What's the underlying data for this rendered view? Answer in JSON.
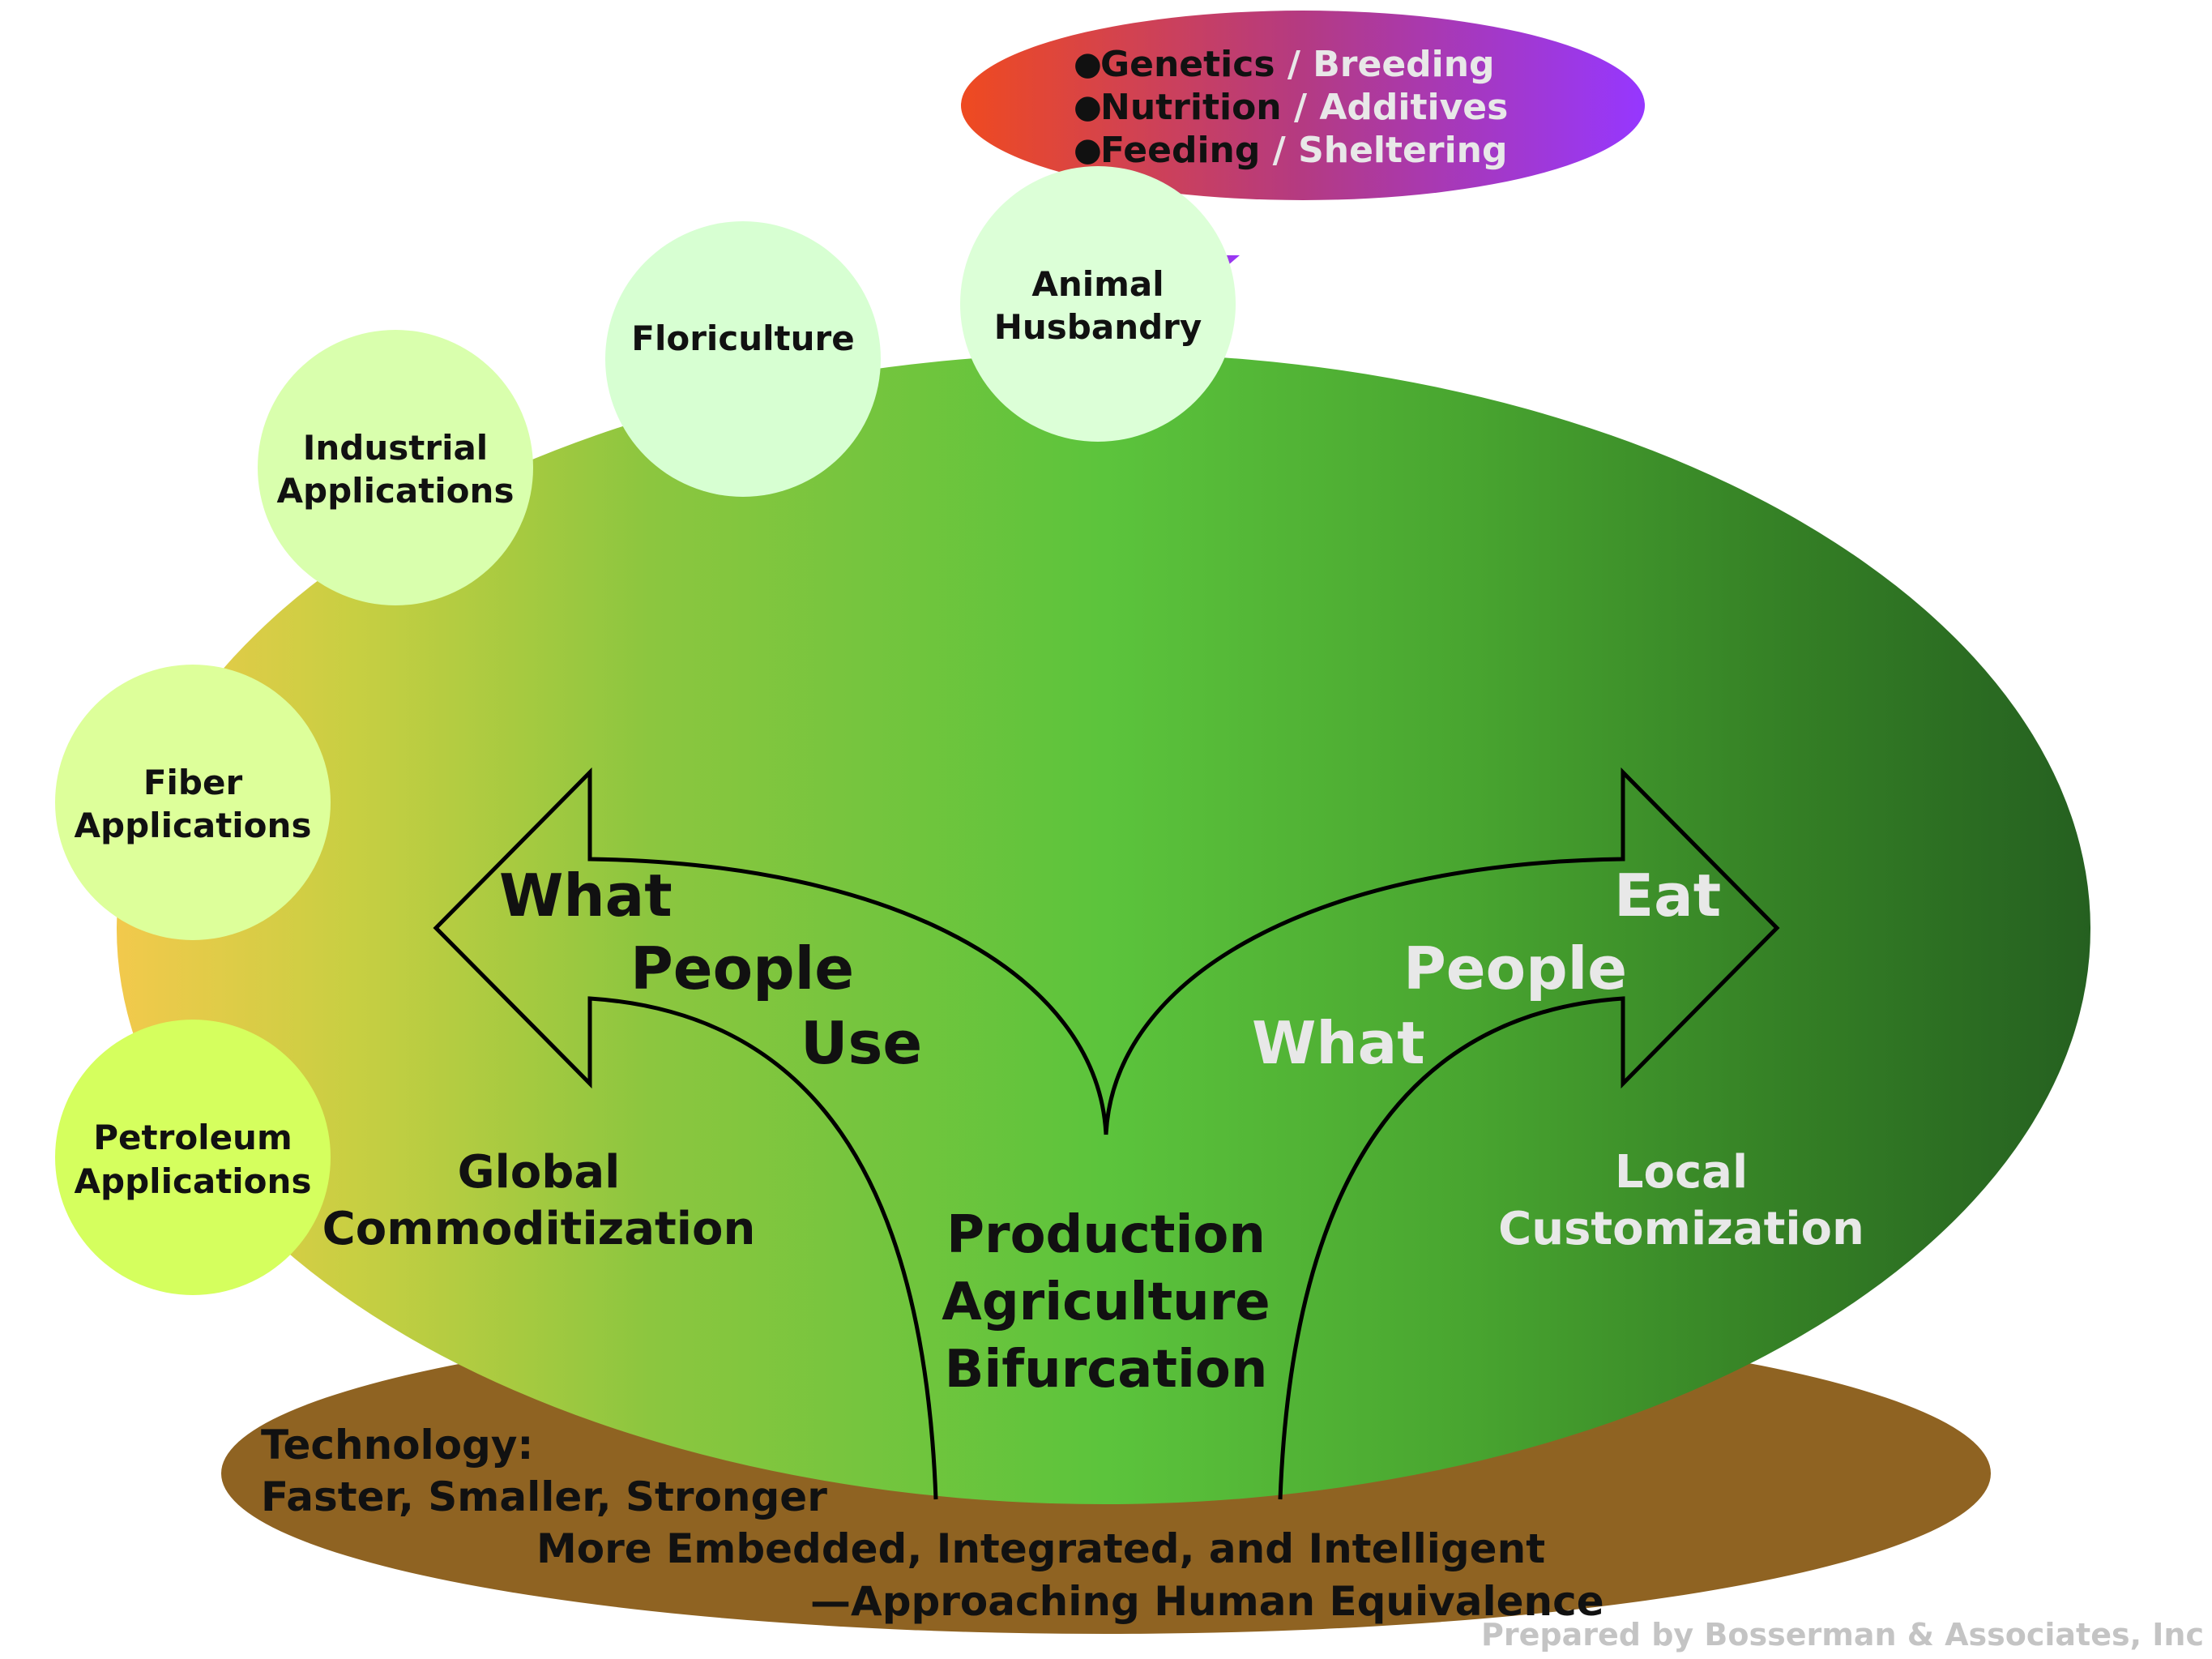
{
  "colors": {
    "main_ellipse_gradient": [
      "#f2c94c",
      "#c8cf42",
      "#8cc63f",
      "#5cc43c",
      "#49a630",
      "#347f25",
      "#256020"
    ],
    "base_ellipse": "#8f6322",
    "circle_fills": {
      "petroleum": "#d5ff5e",
      "fiber": "#ddff9a",
      "industrial": "#d9ffad",
      "floriculture": "#d7ffd2",
      "animal": "#dcffd7"
    },
    "bubble_gradient": [
      "#ef4a20",
      "#b43a82",
      "#9637ff"
    ],
    "dark_text": "#111111",
    "light_text": "#e8e8e8",
    "credit_text": "#c4c4c4"
  },
  "circles": {
    "petroleum": [
      "Petroleum",
      "Applications"
    ],
    "fiber": [
      "Fiber",
      "Applications"
    ],
    "industrial": [
      "Industrial",
      "Applications"
    ],
    "floriculture": [
      "Floriculture"
    ],
    "animal": [
      "Animal",
      "Husbandry"
    ]
  },
  "bubble": {
    "items": [
      {
        "dark": "Genetics",
        "sep": " / ",
        "light": "Breeding"
      },
      {
        "dark": "Nutrition",
        "sep": " / ",
        "light": "Additives"
      },
      {
        "dark": "Feeding",
        "sep": " / ",
        "light": "Sheltering"
      }
    ]
  },
  "left_arrow": {
    "line1": "What",
    "line2": "People",
    "line3": "Use"
  },
  "right_arrow": {
    "line1": "Eat",
    "line2": "People",
    "line3": "What"
  },
  "global": [
    "Global",
    "Commoditization"
  ],
  "local": [
    "Local",
    "Customization"
  ],
  "center": [
    "Production",
    "Agriculture",
    "Bifurcation"
  ],
  "technology": [
    "Technology:",
    "Faster, Smaller, Stronger",
    "More Embedded, Integrated, and Intelligent",
    "—Approaching Human Equivalence"
  ],
  "credit": "Prepared by Bosserman & Associates, Inc"
}
